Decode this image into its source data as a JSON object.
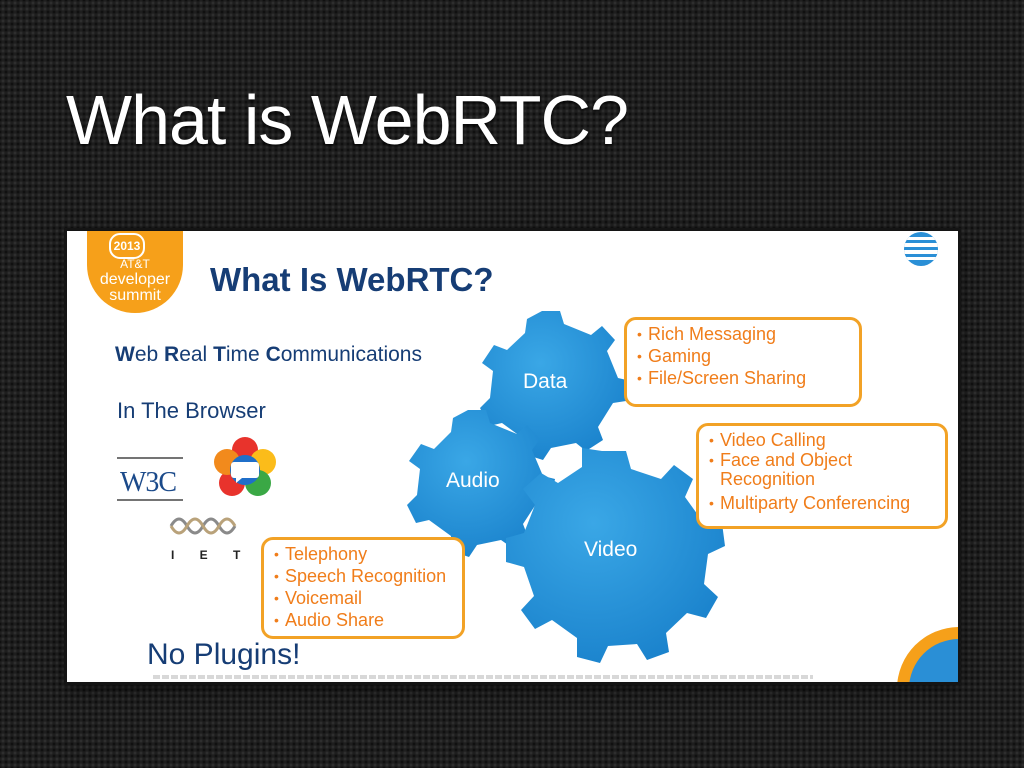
{
  "slide": {
    "title": "What is WebRTC?"
  },
  "embedded_slide": {
    "badge": {
      "year": "2013",
      "line1": "AT&T",
      "line2": "developer",
      "line3": "summit"
    },
    "title": "What Is WebRTC?",
    "subtitle": {
      "w": "W",
      "eb": "eb ",
      "r": "R",
      "eal": "eal ",
      "t": "T",
      "ime": "ime ",
      "c": "C",
      "ommunications": "ommunications"
    },
    "in_browser": "In The Browser",
    "logos": {
      "w3c": "W3C",
      "ietf": "I E T F"
    },
    "gears": {
      "data": "Data",
      "audio": "Audio",
      "video": "Video"
    },
    "data_box": [
      "Rich Messaging",
      "Gaming",
      "File/Screen Sharing"
    ],
    "video_box": [
      "Video Calling",
      "Face and Object Recognition",
      "Multiparty Conferencing"
    ],
    "audio_box": [
      "Telephony",
      "Speech Recognition",
      "Voicemail",
      "Audio Share"
    ],
    "footer": "No Plugins!"
  },
  "colors": {
    "navy": "#163d75",
    "gear_blue": "#2493d6",
    "orange": "#f07d1a",
    "box_border": "#f2a226",
    "badge_orange": "#f6a01a"
  }
}
